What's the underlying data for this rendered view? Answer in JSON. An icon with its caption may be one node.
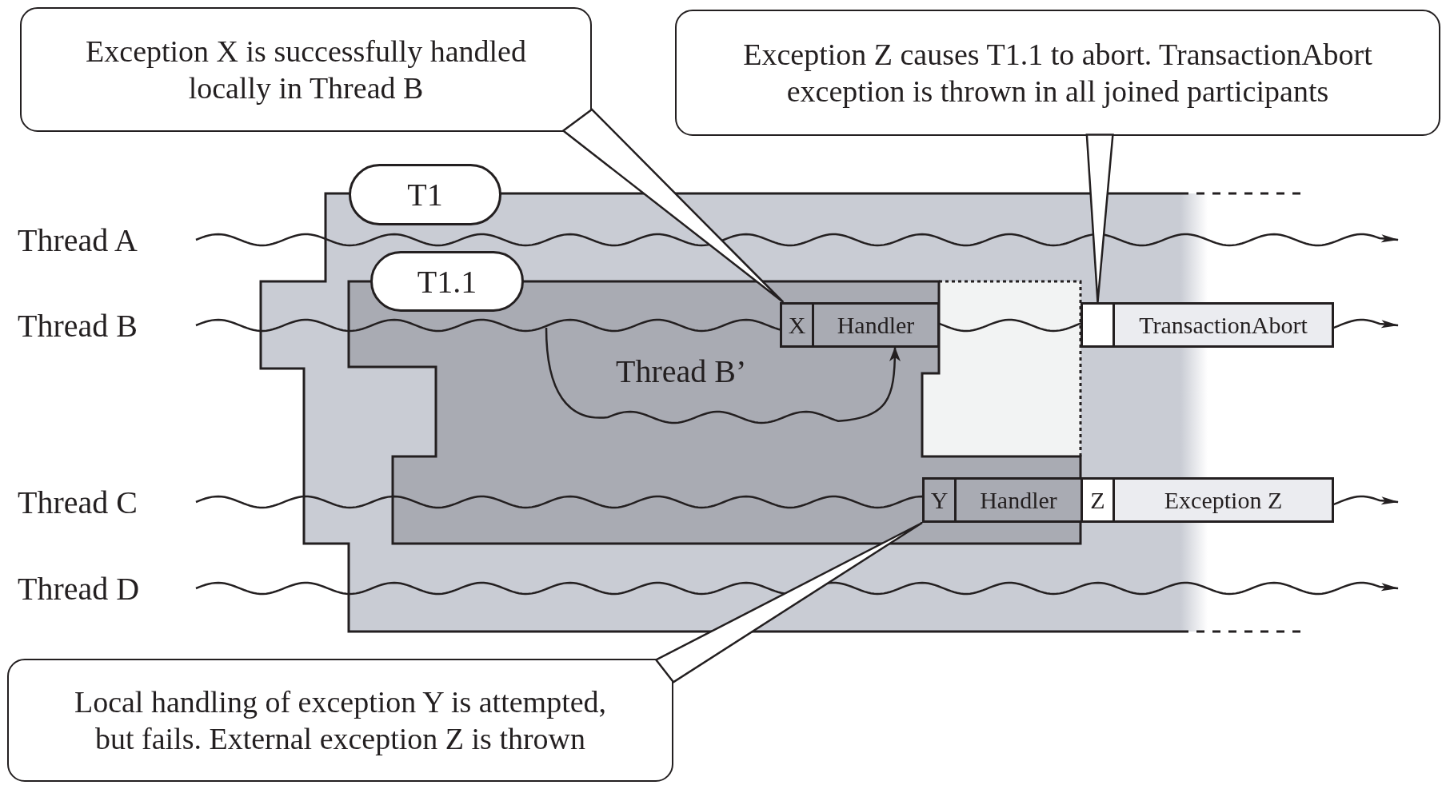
{
  "diagram": {
    "nodes": [
      {
        "text": [
          "Exception X is successfully handled locally in Thread B"
        ]
      },
      {
        "text": [
          "Exception Z causes T1.1 to abort. TransactionAbort exception is thrown in all joined participants"
        ]
      },
      {
        "text": [
          "T1"
        ]
      },
      {
        "text": [
          "T1.1"
        ],
        "in": 2
      },
      {
        "text": [
          "X"
        ],
        "in": 3
      },
      {
        "text": [
          "Handler"
        ],
        "in": 3
      },
      {
        "text": [],
        "shape": "box",
        "in": 2
      },
      {
        "text": [
          "TransactionAbort"
        ]
      },
      {
        "text": [
          "Y"
        ],
        "in": 3
      },
      {
        "text": [
          "Handler"
        ],
        "in": 3
      },
      {
        "text": [
          "Z"
        ],
        "in": 2
      },
      {
        "text": [
          "Exception Z"
        ]
      },
      {
        "text": [
          "Local handling of exception Y is attempted, but fails. External exception Z is thrown"
        ]
      }
    ],
    "edges": [
      {
        "from": 0,
        "to": 4,
        "arrow": "none"
      },
      {
        "from": 1,
        "to": 6,
        "arrow": "none"
      },
      {
        "from": 12,
        "to": 8,
        "arrow": "none"
      },
      {
        "from": null,
        "to": 5,
        "arrow": "to"
      }
    ],
    "labels": [
      "Thread A",
      "Thread B",
      "Thread C",
      "Thread D",
      "Thread B’"
    ]
  }
}
